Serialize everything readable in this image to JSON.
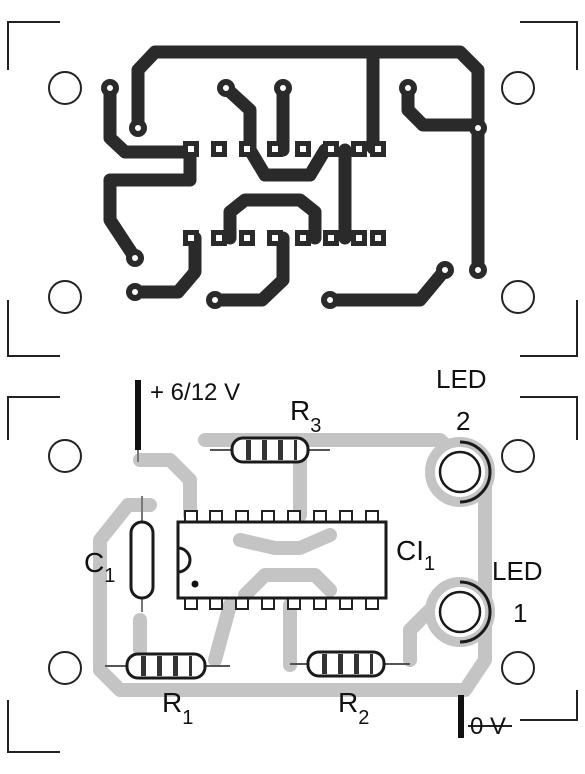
{
  "labels": {
    "supply": "+ 6/12 V",
    "ground": "0 V",
    "led_title_top": "LED",
    "led_num_top": "2",
    "led_title_bottom": "LED",
    "led_num_bottom": "1",
    "r1": "R",
    "r1_sub": "1",
    "r2": "R",
    "r2_sub": "2",
    "r3": "R",
    "r3_sub": "3",
    "c1": "C",
    "c1_sub": "1",
    "ic": "CI",
    "ic_sub": "1"
  },
  "colors": {
    "copper": "#2a2a2a",
    "silk_trace": "#c4c4c4",
    "outline": "#1a1a1a",
    "board": "#ffffff"
  }
}
